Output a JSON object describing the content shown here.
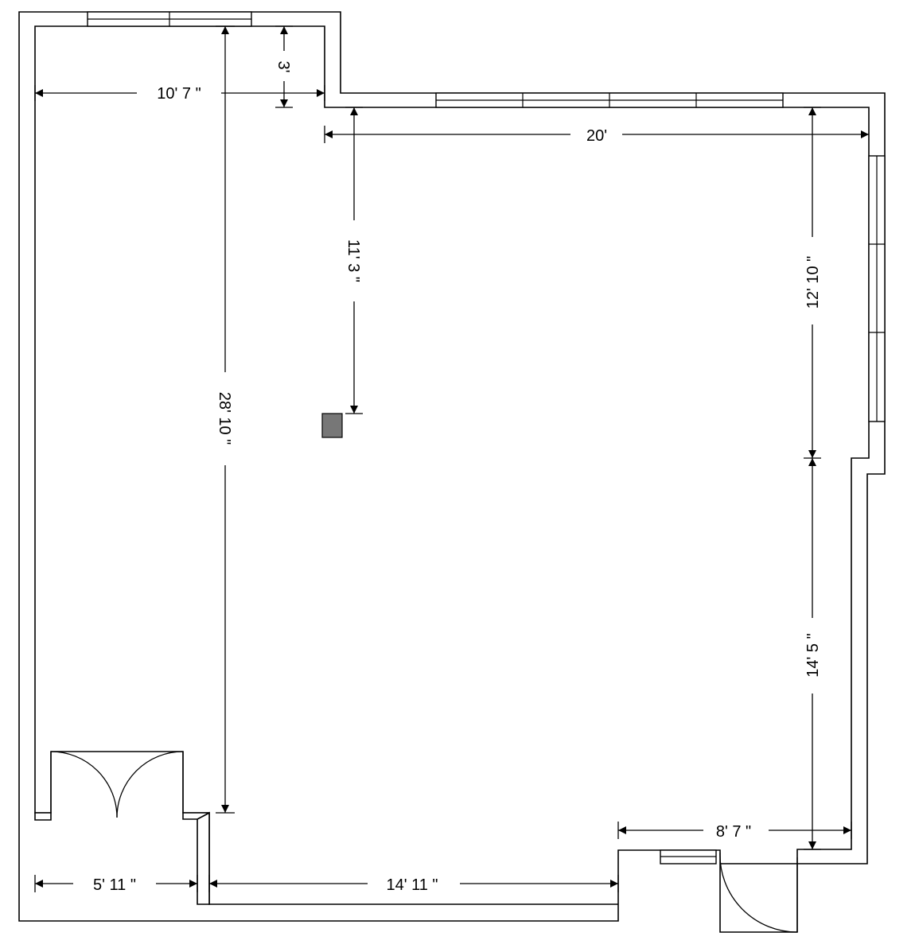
{
  "dimensions": {
    "top_left_width": "10' 7 \"",
    "top_step": "3'",
    "top_right_width": "20'",
    "left_height": "28' 10 \"",
    "column_offset": "11' 3 \"",
    "right_upper_height": "12' 10 \"",
    "right_lower_height": "14' 5 \"",
    "bottom_left_width": "5' 11 \"",
    "bottom_mid_width": "14' 11 \"",
    "bottom_right_width": "8' 7 \""
  },
  "colors": {
    "column": "#777777",
    "lines": "#000000"
  }
}
